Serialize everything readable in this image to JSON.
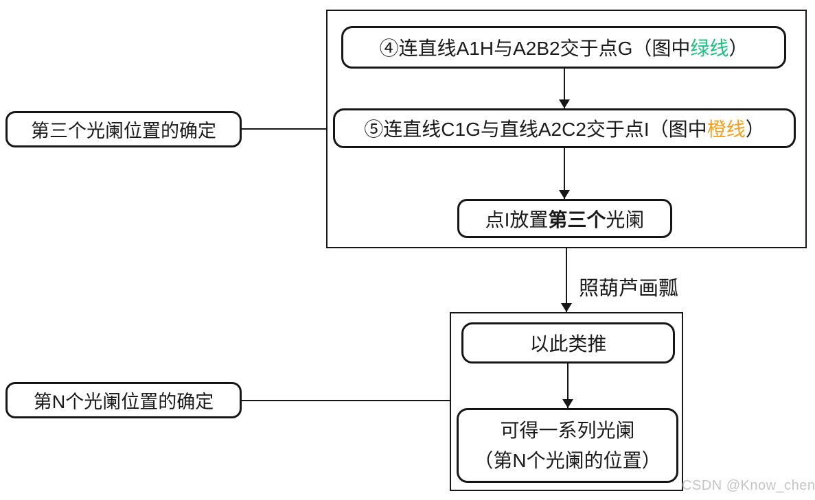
{
  "colors": {
    "green": "#1ec17f",
    "orange": "#f5a11e",
    "line": "#161616",
    "watermark": "#c5c5c5"
  },
  "group_third": {
    "label": "第三个光阑位置的确定",
    "step4": {
      "prefix": "④连直线A1H与A2B2交于点G（图中",
      "highlight": "绿线",
      "suffix": "）"
    },
    "step5": {
      "prefix": "⑤连直线C1G与直线A2C2交于点I（图中",
      "highlight": "橙线",
      "suffix": "）"
    },
    "result": {
      "prefix": "点I放置",
      "emphasis": "第三个",
      "suffix": "光阑"
    }
  },
  "transition": {
    "label": "照葫芦画瓢"
  },
  "group_nth": {
    "label": "第N个光阑位置的确定",
    "step": "以此类推",
    "result_line1": "可得一系列光阑",
    "result_line2": "（第N个光阑的位置）"
  },
  "watermark": "CSDN @Know_chen"
}
